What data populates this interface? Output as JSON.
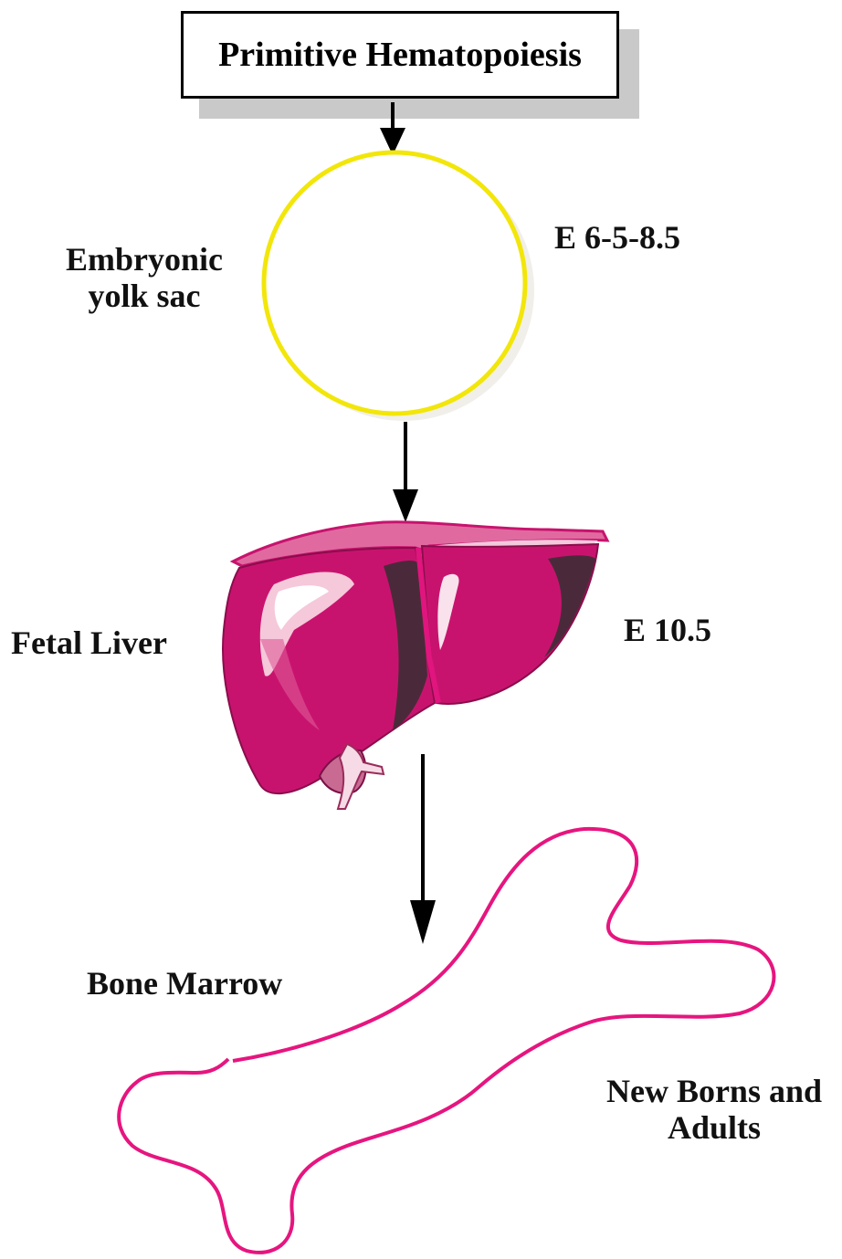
{
  "title": "Primitive Hematopoiesis",
  "stages": [
    {
      "name": "Embryonic yolk sac",
      "name_lines": [
        "Embryonic",
        "yolk sac"
      ],
      "time": "E 6-5-8.5",
      "icon": "yolk-sac-circle-icon"
    },
    {
      "name": "Fetal Liver",
      "time": "E 10.5",
      "icon": "liver-icon"
    },
    {
      "name": "Bone Marrow",
      "time_lines": [
        "New Borns and",
        "Adults"
      ],
      "icon": "bone-outline-icon"
    }
  ],
  "colors": {
    "yolk_sac": "#f2e60a",
    "liver": "#c8136e",
    "liver_dark": "#4a2a3a",
    "bone": "#e6157f",
    "arrow": "#000000",
    "box_shadow": "#c9c9c9"
  }
}
